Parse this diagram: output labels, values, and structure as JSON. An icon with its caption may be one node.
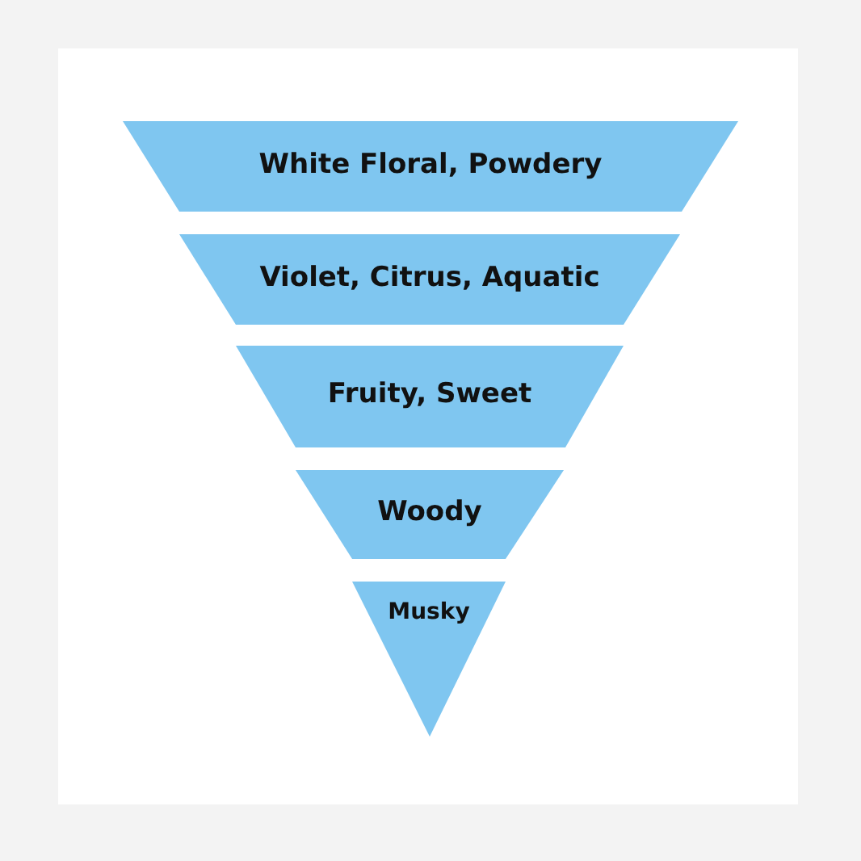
{
  "diagram": {
    "nodes": [
      {
        "text": [
          "White Floral, Powdery"
        ]
      },
      {
        "text": [
          "Violet, Citrus, Aquatic"
        ]
      },
      {
        "text": [
          "Fruity, Sweet"
        ]
      },
      {
        "text": [
          "Woody"
        ]
      },
      {
        "text": [
          "Musky"
        ]
      }
    ]
  }
}
